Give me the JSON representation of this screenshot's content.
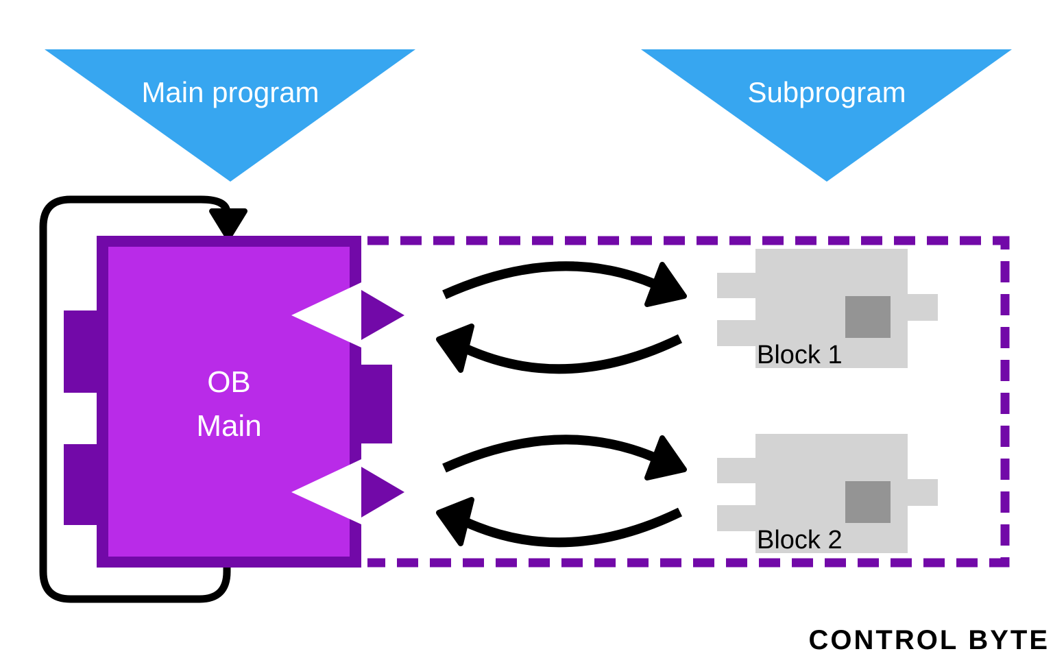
{
  "colors": {
    "blue": "#37A6F0",
    "purple_bright": "#B92BE8",
    "purple_dark": "#7209A8",
    "gray_light": "#D3D3D3",
    "gray_dark": "#949494",
    "black": "#000000",
    "white": "#FFFFFF"
  },
  "banners": {
    "main_program": "Main program",
    "subprogram": "Subprogram"
  },
  "main_block": {
    "line1": "OB",
    "line2": "Main"
  },
  "sub_blocks": [
    {
      "label": "Block 1"
    },
    {
      "label": "Block 2"
    }
  ],
  "logo": {
    "control": "CONTROL",
    "byte": "BYTE"
  }
}
